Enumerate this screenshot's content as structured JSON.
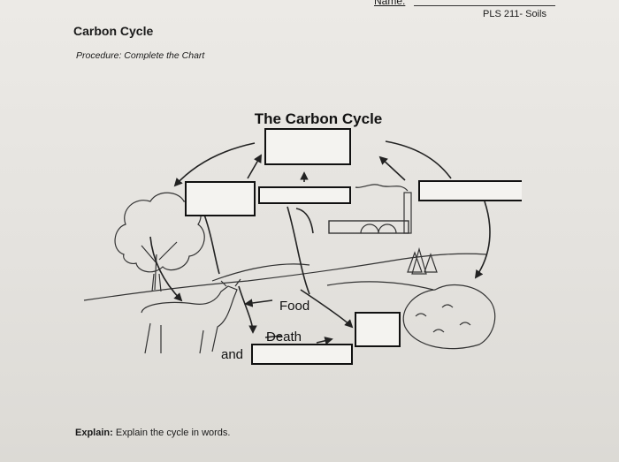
{
  "header": {
    "name_label": "Name:",
    "course": "PLS 211- Soils"
  },
  "worksheet": {
    "title": "Carbon Cycle",
    "procedure": "Procedure: Complete the Chart",
    "explain_label": "Explain:",
    "explain_text": " Explain the cycle in words."
  },
  "diagram": {
    "title": "The Carbon Cycle",
    "labels": {
      "food": "Food",
      "death": "Death",
      "and": "and"
    },
    "answer_boxes": [
      {
        "id": "top",
        "value": ""
      },
      {
        "id": "left",
        "value": ""
      },
      {
        "id": "middle",
        "value": ""
      },
      {
        "id": "right",
        "value": ""
      },
      {
        "id": "death-result",
        "value": ""
      },
      {
        "id": "bottom",
        "value": ""
      }
    ]
  }
}
